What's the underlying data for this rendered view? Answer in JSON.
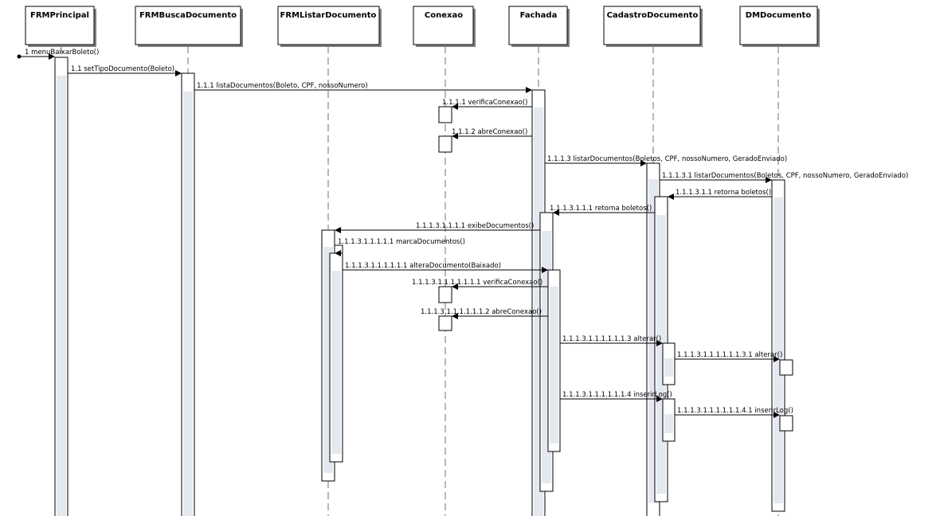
{
  "lifelines": [
    {
      "id": "frmprincipal",
      "name": "FRMPrincipal"
    },
    {
      "id": "frmbusca",
      "name": "FRMBuscaDocumento"
    },
    {
      "id": "frmlistar",
      "name": "FRMListarDocumento"
    },
    {
      "id": "conexao",
      "name": "Conexao"
    },
    {
      "id": "fachada",
      "name": "Fachada"
    },
    {
      "id": "cadastro",
      "name": "CadastroDocumento"
    },
    {
      "id": "dm",
      "name": "DMDocumento"
    }
  ],
  "messages": [
    {
      "id": "m1",
      "label": "1  menuBaixarBoleto()"
    },
    {
      "id": "m1_1",
      "label": "1.1  setTipoDocumento(Boleto)"
    },
    {
      "id": "m1_1_1",
      "label": "1.1.1  listaDocumentos(Boleto, CPF, nossoNumero)"
    },
    {
      "id": "m1_1_1_1",
      "label": "1.1.1.1  verificaConexao()"
    },
    {
      "id": "m1_1_1_2",
      "label": "1.1.1.2  abreConexao()"
    },
    {
      "id": "m1_1_1_3",
      "label": "1.1.1.3  listarDocumentos(Boletos, CPF, nossoNumero, GeradoEnviado)"
    },
    {
      "id": "m1_1_1_3_1",
      "label": "1.1.1.3.1  listarDocumentos(Boletos, CPF, nossoNumero, GeradoEnviado)"
    },
    {
      "id": "m1_1_1_3_1_1",
      "label": "1.1.1.3.1.1  retorna boletos()"
    },
    {
      "id": "m1_1_1_3_1_1_1",
      "label": "1.1.1.3.1.1.1  retorna boletos()"
    },
    {
      "id": "m_exibe",
      "label": "1.1.1.3.1.1.1.1  exibeDocumentos()"
    },
    {
      "id": "m_marca",
      "label": "1.1.1.3.1.1.1.1.1  marcaDocumentos()"
    },
    {
      "id": "m_altera_doc",
      "label": "1.1.1.3.1.1.1.1.1.1  alteraDocumento(Baixado)"
    },
    {
      "id": "m_verif2",
      "label": "1.1.1.3.1.1.1.1.1.1.1  verificaConexao()"
    },
    {
      "id": "m_abre2",
      "label": "1.1.1.3.1.1.1.1.1.1.2  abreConexao()"
    },
    {
      "id": "m_alterar",
      "label": "1.1.1.3.1.1.1.1.1.1.3  alterar()"
    },
    {
      "id": "m_alterar_dm",
      "label": "1.1.1.3.1.1.1.1.1.1.3.1  alterar()"
    },
    {
      "id": "m_inserir",
      "label": "1.1.1.3.1.1.1.1.1.1.4  inserirLog()"
    },
    {
      "id": "m_inserir_dm",
      "label": "1.1.1.3.1.1.1.1.1.1.4.1  inserirLog()"
    }
  ]
}
